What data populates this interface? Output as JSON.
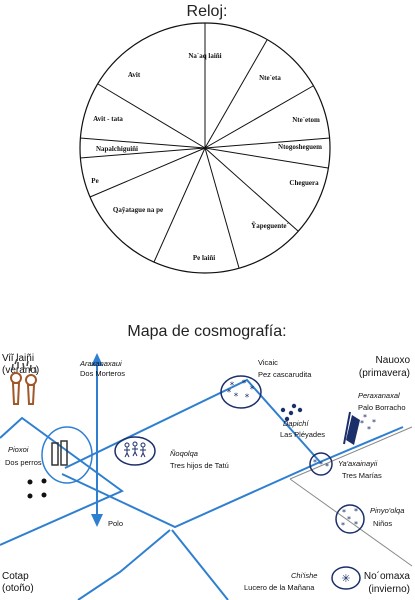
{
  "clock": {
    "title": "Reloj:",
    "segments": [
      "Na´aq laiñi",
      "Nte´eta",
      "Nte´etom",
      "Ntogosheguem",
      "Cheguera",
      "Ỹapeguente´",
      "Pe laiñi",
      "Qaỹatague na pe",
      "Pe",
      "Napalchiguiñi",
      "Avit - tata",
      "Avit"
    ]
  },
  "map": {
    "title": "Mapa de cosmografía:",
    "corners": {
      "top_left": [
        "Viĩ laiñi",
        "(verano)"
      ],
      "top_right": [
        "Nauoxo",
        "(primavera)"
      ],
      "bottom_left": [
        "Cotap",
        "(otoño)"
      ],
      "bottom_right": [
        "No´omaxa",
        "(invierno)"
      ]
    },
    "constellations": {
      "araxanaxaui": {
        "name": "Araxanaxaui",
        "translation": "Dos Morteros"
      },
      "vicaic": {
        "name": "Vicaic",
        "translation": "Pez cascarudita"
      },
      "peraxanaxal": {
        "name": "Peraxanaxal",
        "translation": "Palo Borracho"
      },
      "dapichi": {
        "name": "Dapichí",
        "translation": "Las Pléyades"
      },
      "pioxoi": {
        "name": "Pioxoi",
        "translation": "Dos perros"
      },
      "noqolqa": {
        "name": "Ñoqolqa",
        "translation": "Tres hijos de Tatú"
      },
      "yaaxainayii": {
        "name": "Ya'axainayii",
        "translation": "Tres Marías"
      },
      "pinyoolqa": {
        "name": "Pinyo'olqa",
        "translation": "Niños"
      },
      "chiishe": {
        "name": "Chi'ishe",
        "translation": "Lucero de la Mañana"
      }
    },
    "polo_label": "Polo",
    "colors": {
      "lines": "#2f7fd0",
      "figures": "#1b2f6a",
      "mortars": "#a0582a"
    }
  }
}
